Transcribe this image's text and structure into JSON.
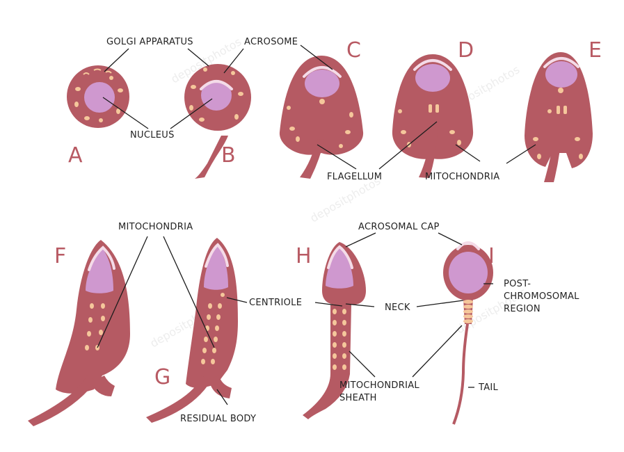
{
  "stages": [
    "A",
    "B",
    "C",
    "D",
    "E",
    "F",
    "G",
    "H",
    "I"
  ],
  "labels": {
    "golgi": "GOLGI APPARATUS",
    "acrosome": "ACROSOME",
    "nucleus": "NUCLEUS",
    "flagellum": "FLAGELLUM",
    "mitochondria_top": "MITOCHONDRIA",
    "mitochondria_mid": "MITOCHONDRIA",
    "acrosomal_cap": "ACROSOMAL CAP",
    "centriole": "CENTRIOLE",
    "neck": "NECK",
    "post_chromosomal_1": "POST-",
    "post_chromosomal_2": "CHROMOSOMAL",
    "post_chromosomal_3": "REGION",
    "mito_sheath_1": "MITOCHONDRIAL",
    "mito_sheath_2": "SHEATH",
    "tail": "TAIL",
    "residual_body": "RESIDUAL BODY"
  },
  "watermark": "depositphotos",
  "colors": {
    "cell_body": "#b55a63",
    "nucleus": "#cf98cf",
    "mitochondria": "#f5c79b",
    "acrosome_cap": "#f4dbe8",
    "stage_letters": "#b85a63"
  }
}
